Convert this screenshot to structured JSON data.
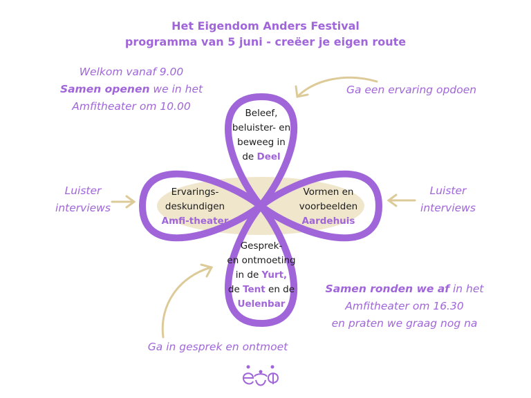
{
  "title": {
    "line1": "Het Eigendom Anders Festival",
    "line2": "programma van 5 juni - creëer je eigen route"
  },
  "notes": {
    "welcome": {
      "line1": "Welkom vanaf 9.00",
      "line2_bold": "Samen openen",
      "line2_rest": " we in het",
      "line3": "Amfitheater om 10.00"
    },
    "experience": "Ga een ervaring opdoen",
    "listen_left": {
      "line1": "Luister",
      "line2": "interviews"
    },
    "listen_right": {
      "line1": "Luister",
      "line2": "interviews"
    },
    "closing": {
      "line1_bold": "Samen ronden we af",
      "line1_rest": " in het",
      "line2": "Amfitheater om 16.30",
      "line3": "en praten we graag nog na"
    },
    "conversation": "Ga in gesprek en ontmoet"
  },
  "lobes": {
    "top": {
      "line1": "Beleef,",
      "line2": "beluister- en",
      "line3": "beweeg  in",
      "line4_pre": "de ",
      "location": "Deel"
    },
    "left": {
      "line1": "Ervarings-",
      "line2": "deskundigen",
      "location": "Amfi-theater"
    },
    "right": {
      "line1": "Vormen en",
      "line2": "voorbeelden",
      "location": "Aardehuis"
    },
    "bottom": {
      "line1": "Gesprek-",
      "line2": "en ontmoeting",
      "line3_pre": "in de ",
      "loc1": "Yurt,",
      "line4_pre": "de  ",
      "loc2": "Tent",
      "line4_post": " en de",
      "loc3": "Uelenbar"
    }
  },
  "colors": {
    "purple": "#a066d9",
    "beige": "#efe6cc",
    "arrow": "#dccb98"
  }
}
